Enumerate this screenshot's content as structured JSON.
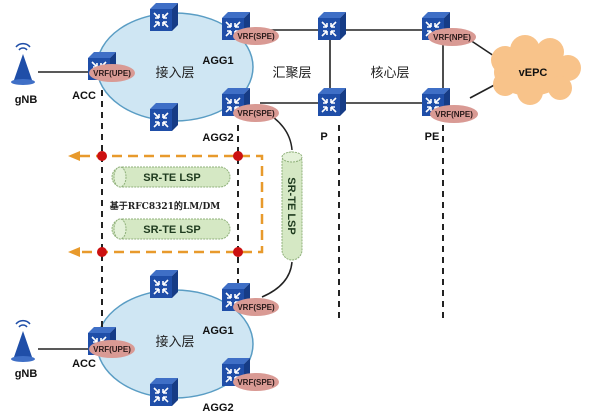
{
  "diagram": {
    "layers": {
      "access_top": "接入层",
      "aggregation": "汇聚层",
      "core": "核心层",
      "access_bottom": "接入层"
    },
    "nodes": {
      "gnb_top": "gNB",
      "acc_top": "ACC",
      "agg1_top": "AGG1",
      "agg2_top": "AGG2",
      "p": "P",
      "pe": "PE",
      "vepc": "vEPC",
      "gnb_bottom": "gNB",
      "acc_bottom": "ACC",
      "agg1_bottom": "AGG1",
      "agg2_bottom": "AGG2"
    },
    "vrf_tags": {
      "upe": "VRF(UPE)",
      "spe": "VRF(SPE)",
      "npe": "VRF(NPE)"
    },
    "tunnels": {
      "lsp_upper": "SR-TE LSP",
      "lsp_lower": "SR-TE LSP",
      "lsp_vertical": "SR-TE LSP",
      "measurement": "基于RFC8321的LM/DM"
    },
    "colors": {
      "ring_fill": "#cfe6f3",
      "ring_stroke": "#5a9dc4",
      "router_blue": "#1f4ea8",
      "vrf_fill": "#d99a94",
      "cloud_fill": "#f8c38a",
      "lsp_fill": "#d5e8c4",
      "flow_orange": "#e89a2c",
      "flow_dot": "#cc1111"
    }
  }
}
